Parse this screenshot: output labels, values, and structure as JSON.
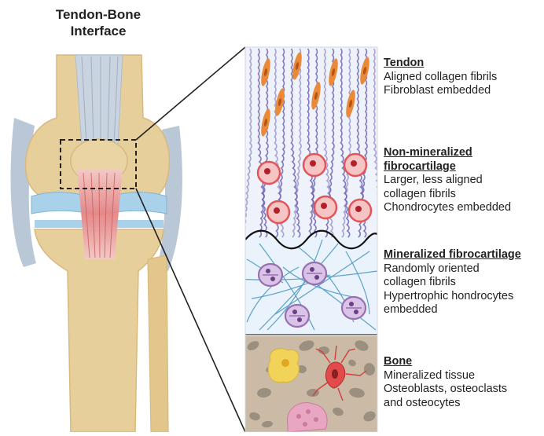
{
  "title": {
    "line1": "Tendon-Bone",
    "line2": "Interface"
  },
  "layers": [
    {
      "heading": [
        "Tendon"
      ],
      "lines": [
        "Aligned collagen fibrils",
        "Fibroblast embedded"
      ]
    },
    {
      "heading": [
        "Non-mineralized",
        "fibrocartilage"
      ],
      "lines": [
        "Larger, less aligned",
        "collagen fibrils",
        "Chondrocytes embedded"
      ]
    },
    {
      "heading": [
        "Mineralized fibrocartilage"
      ],
      "lines": [
        "Randomly oriented",
        "collagen fibrils",
        "Hypertrophic hondrocytes",
        "embedded"
      ]
    },
    {
      "heading": [
        "Bone"
      ],
      "lines": [
        "Mineralized tissue",
        "Osteoblasts, osteoclasts",
        "and osteocytes"
      ]
    }
  ],
  "colors": {
    "bone": "#e7cf9c",
    "cartilage": "#a9d2ea",
    "tendon": "#c9d4e0",
    "fibroblast": "#e98a3a",
    "chondrocyte": "#e2555a",
    "hypertrophic": "#9a6fb0",
    "fibril": "#6f61b0"
  }
}
